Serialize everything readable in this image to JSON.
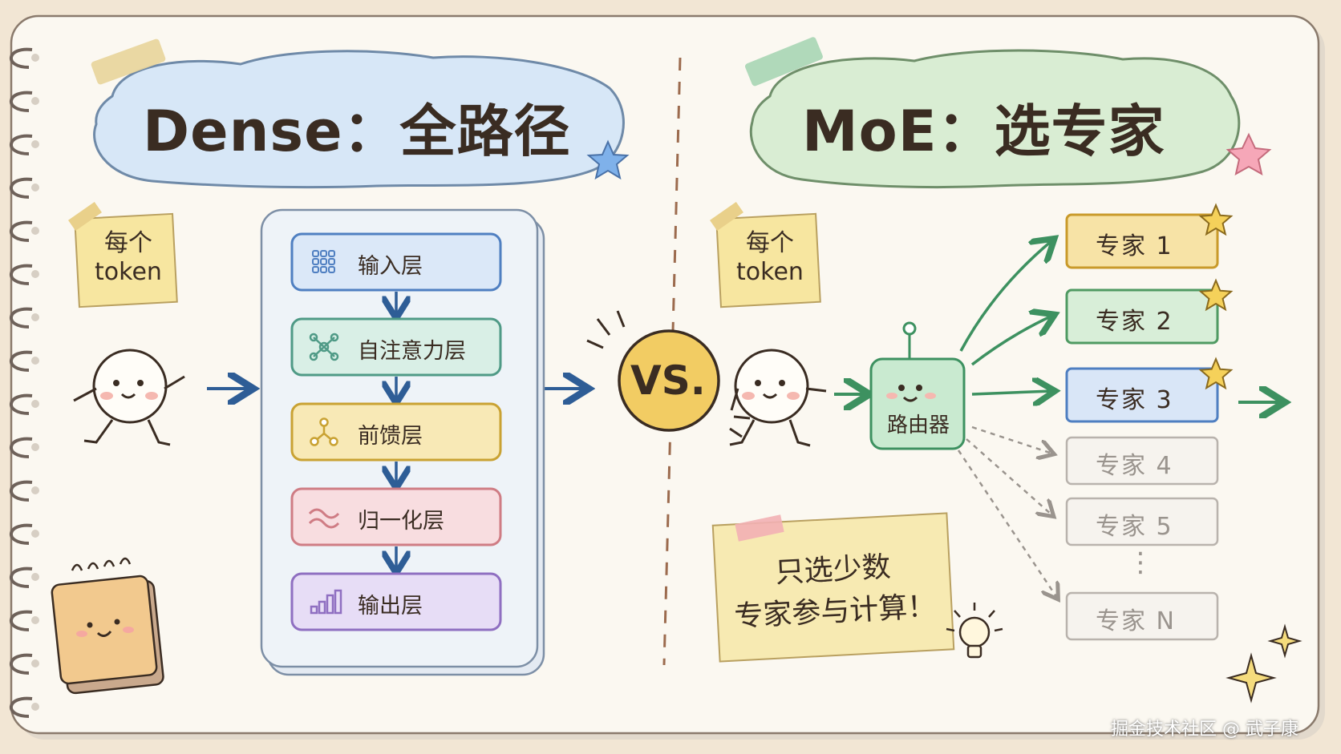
{
  "dense": {
    "title": "Dense：全路径",
    "token_note": [
      "每个",
      "token"
    ],
    "layers": [
      {
        "label": "输入层",
        "icon": "grid-icon",
        "color": "#4f7fc1",
        "fill": "#dbe8f8"
      },
      {
        "label": "自注意力层",
        "icon": "network-icon",
        "color": "#4f9a86",
        "fill": "#d9efe6"
      },
      {
        "label": "前馈层",
        "icon": "nodes-icon",
        "color": "#c9a233",
        "fill": "#f8e9b6"
      },
      {
        "label": "归一化层",
        "icon": "wave-icon",
        "color": "#cf7c84",
        "fill": "#f8dde0"
      },
      {
        "label": "输出层",
        "icon": "bar-chart-icon",
        "color": "#8f6fc1",
        "fill": "#e7ddf6"
      }
    ]
  },
  "vs_label": "VS.",
  "moe": {
    "title": "MoE：选专家",
    "token_note": [
      "每个",
      "token"
    ],
    "router_label": "路由器",
    "experts_active": [
      {
        "label": "专家 1",
        "color": "#c99a2a",
        "fill": "#f7e3a6"
      },
      {
        "label": "专家 2",
        "color": "#4f9a62",
        "fill": "#d8eed8"
      },
      {
        "label": "专家 3",
        "color": "#4f7fc1",
        "fill": "#d9e6f7"
      }
    ],
    "experts_inactive": [
      "专家 4",
      "专家 5",
      "专家 N"
    ],
    "ellipsis": "⋮",
    "callout": [
      "只选少数",
      "专家参与计算！"
    ]
  },
  "watermark": "掘金技术社区 @ 武子康"
}
